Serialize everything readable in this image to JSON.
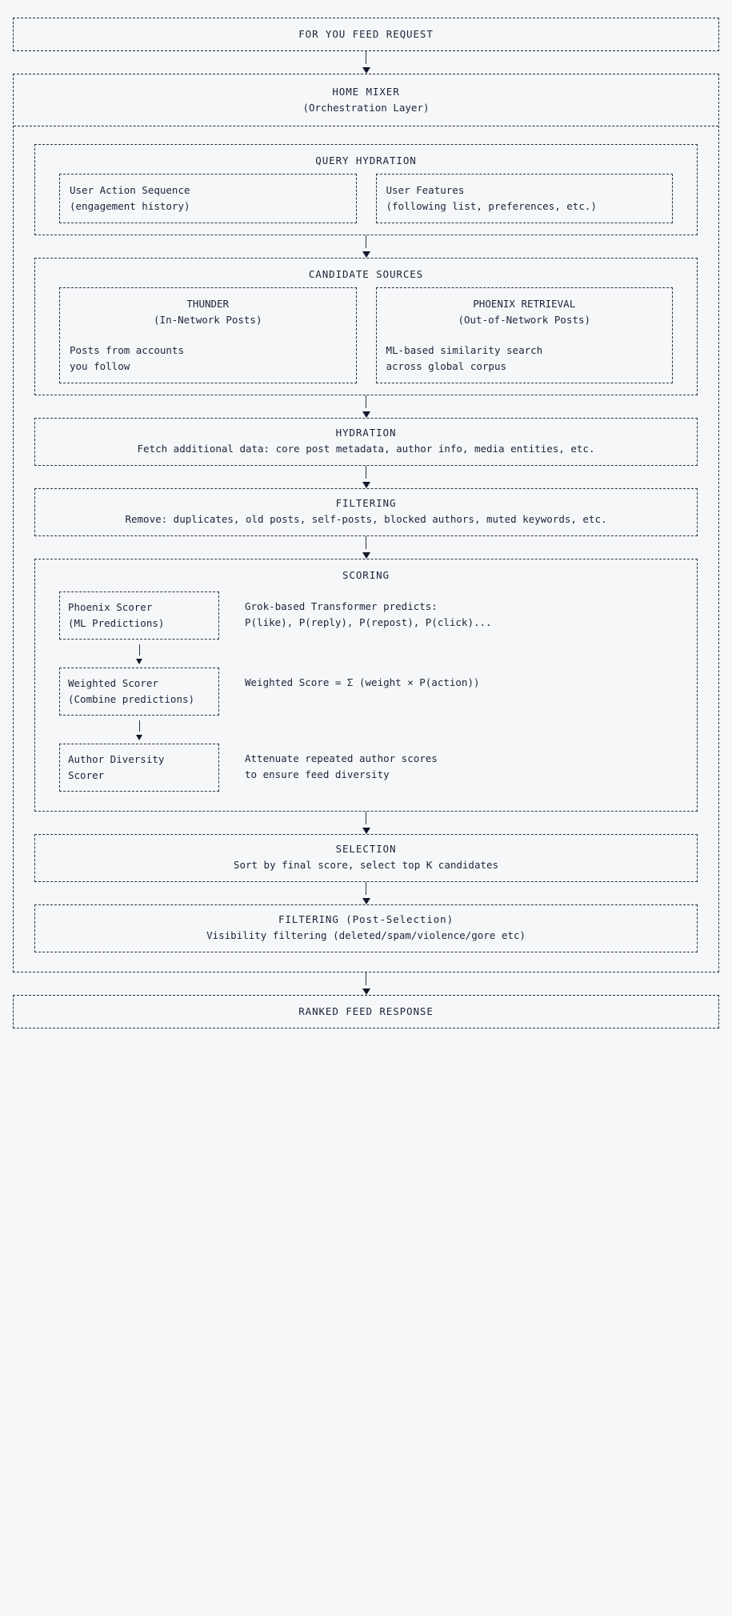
{
  "diagram": {
    "entry": {
      "label": "FOR YOU FEED REQUEST"
    },
    "exit": {
      "label": "RANKED FEED RESPONSE"
    },
    "home_mixer": {
      "title": "HOME MIXER",
      "subtitle": "(Orchestration Layer)"
    },
    "query_hydration": {
      "title": "QUERY HYDRATION",
      "items": [
        {
          "line1": "User Action Sequence",
          "line2": "(engagement history)"
        },
        {
          "line1": "User Features",
          "line2": "(following list, preferences, etc.)"
        }
      ]
    },
    "candidate_sources": {
      "title": "CANDIDATE SOURCES",
      "items": [
        {
          "name": "THUNDER",
          "kind": "(In-Network Posts)",
          "desc1": "Posts from accounts",
          "desc2": "you follow"
        },
        {
          "name": "PHOENIX RETRIEVAL",
          "kind": "(Out-of-Network Posts)",
          "desc1": "ML-based similarity search",
          "desc2": "across global corpus"
        }
      ]
    },
    "hydration": {
      "title": "HYDRATION",
      "desc": "Fetch additional data: core post metadata, author info, media entities, etc."
    },
    "filtering": {
      "title": "FILTERING",
      "desc": "Remove: duplicates, old posts, self-posts, blocked authors, muted keywords, etc."
    },
    "scoring": {
      "title": "SCORING",
      "rows": [
        {
          "box_line1": "Phoenix Scorer",
          "box_line2": "(ML Predictions)",
          "note1": "Grok-based Transformer predicts:",
          "note2": "P(like), P(reply), P(repost), P(click)..."
        },
        {
          "box_line1": "Weighted Scorer",
          "box_line2": "(Combine predictions)",
          "note1": "Weighted Score = Σ (weight × P(action))",
          "note2": ""
        },
        {
          "box_line1": "Author Diversity",
          "box_line2": "Scorer",
          "note1": "Attenuate repeated author scores",
          "note2": "to ensure feed diversity"
        }
      ]
    },
    "selection": {
      "title": "SELECTION",
      "desc": "Sort by final score, select top K candidates"
    },
    "filtering_post": {
      "title": "FILTERING (Post-Selection)",
      "desc": "Visibility filtering (deleted/spam/violence/gore etc)"
    }
  }
}
